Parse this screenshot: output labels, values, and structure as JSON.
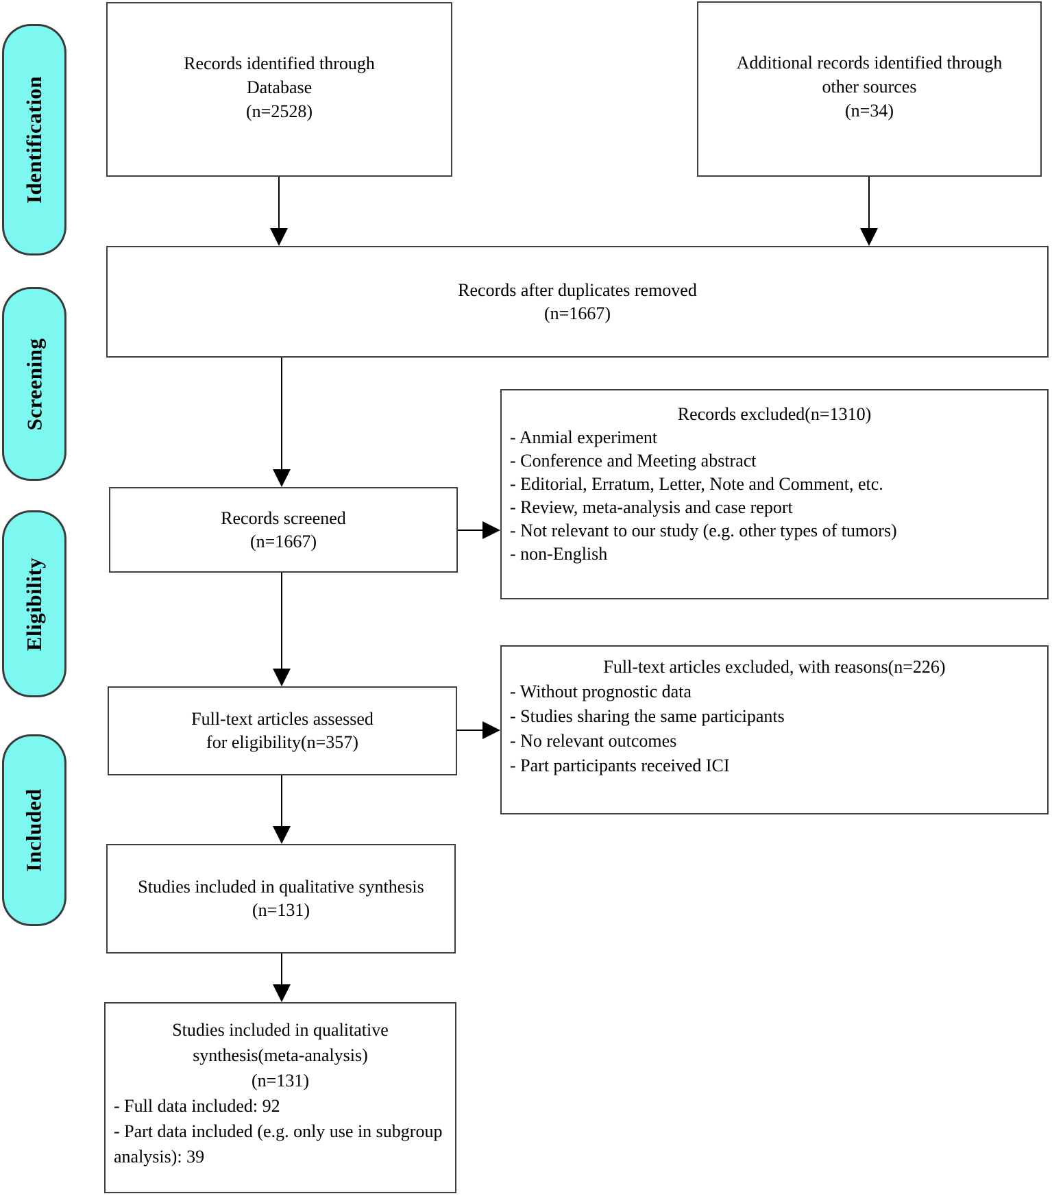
{
  "stages": [
    {
      "label": "Identification"
    },
    {
      "label": "Screening"
    },
    {
      "label": "Eligibility"
    },
    {
      "label": "Included"
    }
  ],
  "boxes": {
    "records_identified": {
      "lines": [
        "Records identified through",
        "Database",
        "(n=2528)"
      ]
    },
    "additional_records": {
      "lines": [
        "Additional records identified through",
        "other sources",
        "(n=34)"
      ]
    },
    "duplicates_removed": {
      "lines": [
        "Records after duplicates removed",
        "(n=1667)"
      ]
    },
    "records_screened": {
      "lines": [
        "Records screened",
        "(n=1667)"
      ]
    },
    "records_excluded": {
      "title": "Records excluded(n=1310)",
      "items": [
        "- Anmial experiment",
        "- Conference and Meeting abstract",
        "- Editorial, Erratum, Letter, Note and Comment, etc.",
        "- Review, meta-analysis and case report",
        "- Not relevant to our study (e.g. other types of tumors)",
        "- non-English"
      ]
    },
    "fulltext_assessed": {
      "lines": [
        "Full-text articles assessed",
        "for eligibility(n=357)"
      ]
    },
    "fulltext_excluded": {
      "title": "Full-text articles excluded, with reasons(n=226)",
      "items": [
        "- Without prognostic data",
        "- Studies sharing the same participants",
        "- No relevant outcomes",
        "- Part participants received ICI"
      ]
    },
    "qualitative_synthesis": {
      "lines": [
        "Studies included in qualitative synthesis",
        "(n=131)"
      ]
    },
    "meta_analysis": {
      "lines": [
        "Studies included in qualitative",
        "synthesis(meta-analysis)",
        "(n=131)"
      ],
      "items": [
        "- Full data included: 92",
        "- Part data included (e.g. only use in subgroup analysis): 39"
      ]
    }
  },
  "colors": {
    "stage_fill": "#7df8f0",
    "stage_border": "#3a3a3a",
    "box_border": "#404040",
    "arrow": "#000000",
    "text": "#000000",
    "background": "#ffffff"
  }
}
